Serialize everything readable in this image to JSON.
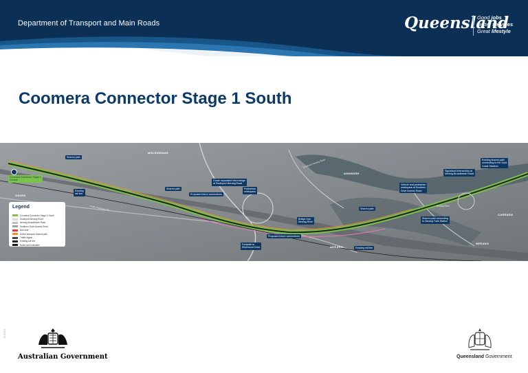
{
  "header": {
    "department": "Department of Transport and Main Roads",
    "brand": "Queensland",
    "slogan_1a": "Good ",
    "slogan_1b": "jobs",
    "slogan_2a": "Better ",
    "slogan_2b": "services",
    "slogan_3a": "Great ",
    "slogan_3b": "lifestyle"
  },
  "title": "Coomera Connector Stage 1 South",
  "map": {
    "stage_label": "Coomera Connector Stage 1 Central",
    "places": {
      "molendinar": "MOLENDINAR",
      "gaven": "GAVEN",
      "ashmore": "ASHMORE",
      "nerang": "NERANG",
      "nerang2": "NERANG",
      "carrara": "CARRARA"
    },
    "roads": {
      "pacific": "Pacific Motorway M1",
      "southport": "Southport Nerang Road",
      "nerang_river": "Nerang River"
    },
    "callouts": {
      "c1": "Shared path",
      "c2a": "Existing",
      "c2b": "rail line",
      "c3": "Shared path",
      "c4": "Proposed future connections",
      "c5a": "Grade separated interchange",
      "c5b": "at Southport-Nerang Road",
      "c6a": "Pedestrian",
      "c6b": "underpass",
      "c7a": "Bridge over",
      "c7b": "Nerang River",
      "c8": "Proposed future connections",
      "c9a": "Footpath to",
      "c9b": "Riverwood Drive",
      "c10": "Existing rail line",
      "c11": "Shared path",
      "c12a": "Vehicle and pedestrian",
      "c12b": "underpass at Southern",
      "c12c": "Drive Access Road",
      "c13a": "Signalised intersection at",
      "c13b": "Nerang-Broadbeach Road",
      "c14a": "Existing shared path",
      "c14b": "connecting to the Gold",
      "c14c": "Coast Stadium",
      "c15a": "Shared path connecting",
      "c15b": "to Nerang Train Station"
    },
    "legend": {
      "title": "Legend",
      "items": [
        {
          "label": "Coomera Connector Stage 1 South",
          "color": "#7cc24a"
        },
        {
          "label": "Southport-Nerang Road",
          "color": "#d9d9d9"
        },
        {
          "label": "Nerang-Broadbeach Road",
          "color": "#bdbdbd"
        },
        {
          "label": "Southern Drive Access Road",
          "color": "#a0a0a0"
        },
        {
          "label": "Bus lane",
          "color": "#e23b3b"
        },
        {
          "label": "Active transport shared path",
          "color": "#f28c28"
        },
        {
          "label": "Traffic signal",
          "color": "#444444"
        },
        {
          "label": "Existing rail line",
          "color": "#222222"
        },
        {
          "label": "Noise wall indication",
          "color": "#1a1a1a"
        }
      ]
    }
  },
  "footer": {
    "aus_gov": "Australian Government",
    "qg_bold": "Queensland",
    "qg_rest": " Government",
    "ref": "1C4325"
  }
}
